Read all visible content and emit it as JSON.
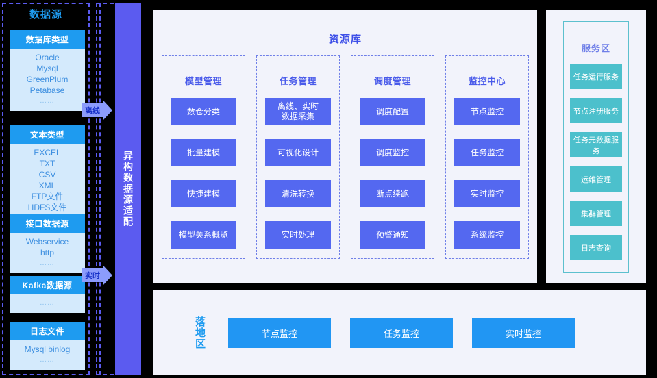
{
  "datasource": {
    "title": "数据源",
    "boxes": [
      {
        "header": "数据库类型",
        "items": [
          "Oracle",
          "Mysql",
          "GreenPlum",
          "Petabase"
        ],
        "dots": "……"
      },
      {
        "header": "文本类型",
        "items": [
          "EXCEL",
          "TXT",
          "CSV",
          "XML",
          "FTP文件",
          "HDFS文件"
        ],
        "dots": ""
      },
      {
        "header": "接口数据源",
        "items": [
          "Webservice",
          "http"
        ],
        "dots": "……"
      },
      {
        "header": "Kafka数据源",
        "items": [],
        "dots": "……"
      },
      {
        "header": "日志文件",
        "items": [
          "Mysql binlog"
        ],
        "dots": "……"
      }
    ]
  },
  "arrows": {
    "offline": "离线",
    "realtime": "实时"
  },
  "adapter": {
    "label": "异构数据源适配"
  },
  "repository": {
    "title": "资源库",
    "columns": [
      {
        "title": "模型管理",
        "items": [
          "数仓分类",
          "批量建模",
          "快捷建模",
          "模型关系概览"
        ]
      },
      {
        "title": "任务管理",
        "items": [
          "离线、实时\n数据采集",
          "可视化设计",
          "清洗转换",
          "实时处理"
        ]
      },
      {
        "title": "调度管理",
        "items": [
          "调度配置",
          "调度监控",
          "断点续跑",
          "预警通知"
        ]
      },
      {
        "title": "监控中心",
        "items": [
          "节点监控",
          "任务监控",
          "实时监控",
          "系统监控"
        ]
      }
    ]
  },
  "service": {
    "title": "服务区",
    "items": [
      "任务运行服务",
      "节点注册服务",
      "任务元数据服务",
      "运维管理",
      "集群管理",
      "日志查询"
    ]
  },
  "landing": {
    "title": "落地区",
    "items": [
      "节点监控",
      "任务监控",
      "实时监控"
    ]
  },
  "colors": {
    "bright_blue": "#2196f3",
    "indigo": "#5b5bf0",
    "button_indigo": "#5468f0",
    "teal": "#4cc0cc",
    "panel_bg": "#f2f3fb",
    "ds_body": "#d4eafc",
    "arrow": "#8c9cfc"
  }
}
